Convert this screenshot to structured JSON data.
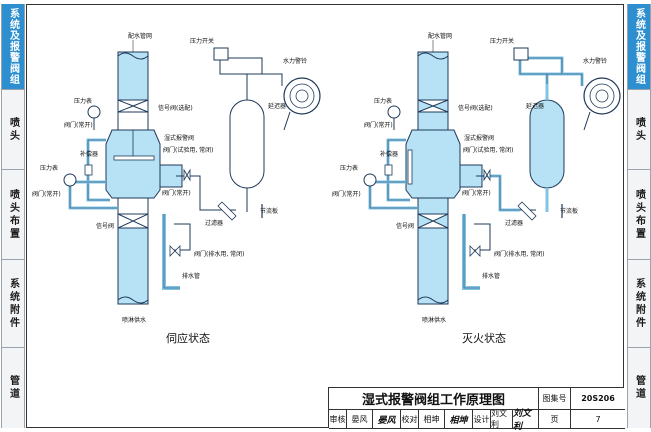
{
  "left_sidebar": {
    "tabs": [
      {
        "label": "系统及报警阀组",
        "active": true
      },
      {
        "label": "喷头",
        "active": false
      },
      {
        "label": "喷头布置",
        "active": false
      },
      {
        "label": "系统附件",
        "active": false
      },
      {
        "label": "管道",
        "active": false
      }
    ]
  },
  "right_sidebar": {
    "tabs": [
      {
        "label": "系统及报警阀组",
        "active": true
      },
      {
        "label": "喷头",
        "active": false
      },
      {
        "label": "喷头布置",
        "active": false
      },
      {
        "label": "系统附件",
        "active": false
      },
      {
        "label": "管道",
        "active": false
      }
    ]
  },
  "diagram_left": {
    "caption": "伺应状态",
    "labels": {
      "supply_valve": "配水管网",
      "pressure_switch": "压力开关",
      "water_bell": "水力警铃",
      "pressure_gauge_top": "压力表",
      "valve_normally_open_top": "阀门(常开)",
      "signal_valve_top": "信号阀(选配)",
      "retarding_chamber": "延迟器",
      "alarm_valve": "湿式报警阀",
      "comp": "补偿器",
      "test_valve": "阀门(试验用, 常闭)",
      "pressure_gauge_bottom": "压力表",
      "valve_normally_open_mid": "阀门(常开)",
      "valve_normally_open_low": "阀门(常开)",
      "strainer": "过滤器",
      "orifice": "节流板",
      "signal_valve_bottom": "信号阀",
      "drain_valve": "阀门(排水用, 常闭)",
      "drain_pipe": "排水管",
      "sprinkler_supply": "喷淋供水"
    }
  },
  "diagram_right": {
    "caption": "灭火状态",
    "labels": {
      "supply_valve": "配水管网",
      "pressure_switch": "压力开关",
      "water_bell": "水力警铃",
      "pressure_gauge_top": "压力表",
      "valve_normally_open_top": "阀门(常开)",
      "signal_valve_top": "信号阀(选配)",
      "retarding_chamber": "延迟器",
      "alarm_valve": "湿式报警阀",
      "comp": "补偿器",
      "test_valve": "阀门(试验用, 常闭)",
      "pressure_gauge_bottom": "压力表",
      "valve_normally_open_mid": "阀门(常开)",
      "valve_normally_open_low": "阀门(常开)",
      "strainer": "过滤器",
      "orifice": "节流板",
      "signal_valve_bottom": "信号阀",
      "drain_valve": "阀门(排水用, 常闭)",
      "drain_pipe": "排水管",
      "sprinkler_supply": "喷淋供水"
    }
  },
  "title_block": {
    "title": "湿式报警阀组工作原理图",
    "atlas_label": "图集号",
    "atlas_no": "20S206",
    "page_label": "页",
    "page_no": "7",
    "review_label": "审核",
    "review_name": "晏风",
    "review_sig": "晏风",
    "check_label": "校对",
    "check_name": "相坤",
    "check_sig": "相坤",
    "design_label": "设计",
    "design_name": "刘文利",
    "design_sig": "刘文利"
  },
  "colors": {
    "water": "#b7e1f5",
    "pipe_line": "#1f3a5a",
    "accent_tab": "#2d8fd0"
  }
}
